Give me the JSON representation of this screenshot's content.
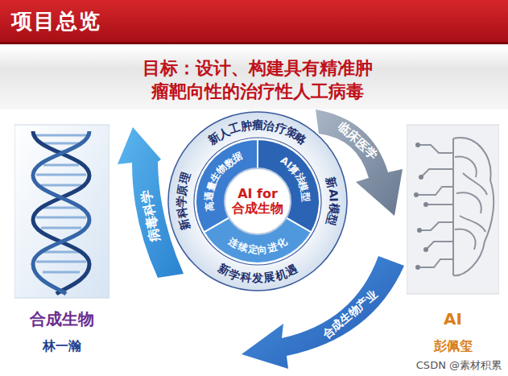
{
  "diagram": {
    "title": "项目总览",
    "nodes": [
      {
        "text": [
          "合成生物",
          "林一瀚"
        ]
      },
      {
        "text": [
          "病毒科学"
        ]
      },
      {
        "text": [
          "新人工肿瘤治疗策略",
          "新AI模型",
          "新学科发展机遇",
          "新科学原理"
        ]
      },
      {
        "text": [
          "高通量生物数据"
        ],
        "in": 2
      },
      {
        "text": [
          "AI算法模型"
        ],
        "in": 2
      },
      {
        "text": [
          "连续定向进化"
        ],
        "in": 2
      },
      {
        "text": [
          "AI for 合成生物"
        ],
        "in": 2
      },
      {
        "text": [
          "临床医学"
        ]
      },
      {
        "text": [
          "合成生物产业"
        ]
      },
      {
        "text": [
          "AI",
          "彭佩玺"
        ]
      }
    ],
    "labels": [
      "目标：设计、构建具有精准肿瘤靶向性的治疗性人工病毒",
      "CSDN @素材积累"
    ]
  }
}
